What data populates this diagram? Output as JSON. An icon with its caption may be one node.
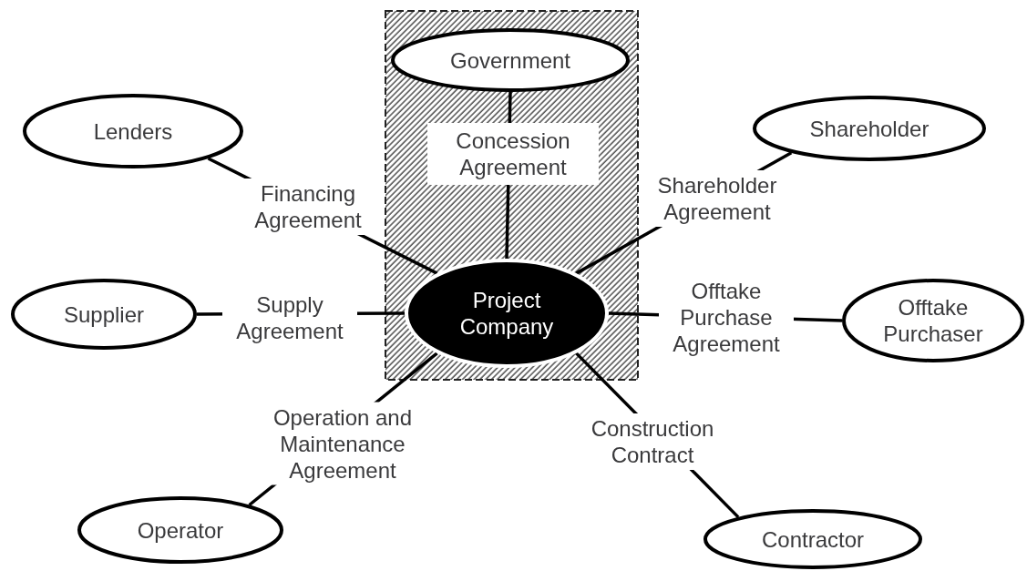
{
  "diagram": {
    "nodes": [
      {
        "text": [
          "Government"
        ]
      },
      {
        "text": [
          "Lenders"
        ]
      },
      {
        "text": [
          "Shareholder"
        ]
      },
      {
        "text": [
          "Supplier"
        ]
      },
      {
        "text": [
          "Project Company"
        ]
      },
      {
        "text": [
          "Offtake Purchaser"
        ]
      },
      {
        "text": [
          "Operator"
        ]
      },
      {
        "text": [
          "Contractor"
        ]
      }
    ],
    "edges": [
      {
        "from": 4,
        "to": 0,
        "arrow": "none",
        "label": "Concession Agreement"
      },
      {
        "from": 4,
        "to": 1,
        "arrow": "none",
        "label": "Financing Agreement"
      },
      {
        "from": 4,
        "to": 2,
        "arrow": "none",
        "label": "Shareholder Agreement"
      },
      {
        "from": 4,
        "to": 3,
        "arrow": "none",
        "label": "Supply Agreement"
      },
      {
        "from": 4,
        "to": 5,
        "arrow": "none",
        "label": "Offtake Purchase Agreement"
      },
      {
        "from": 4,
        "to": 6,
        "arrow": "none",
        "label": "Operation and Maintenance Agreement"
      },
      {
        "from": 4,
        "to": 7,
        "arrow": "none",
        "label": "Construction Contract"
      }
    ]
  }
}
